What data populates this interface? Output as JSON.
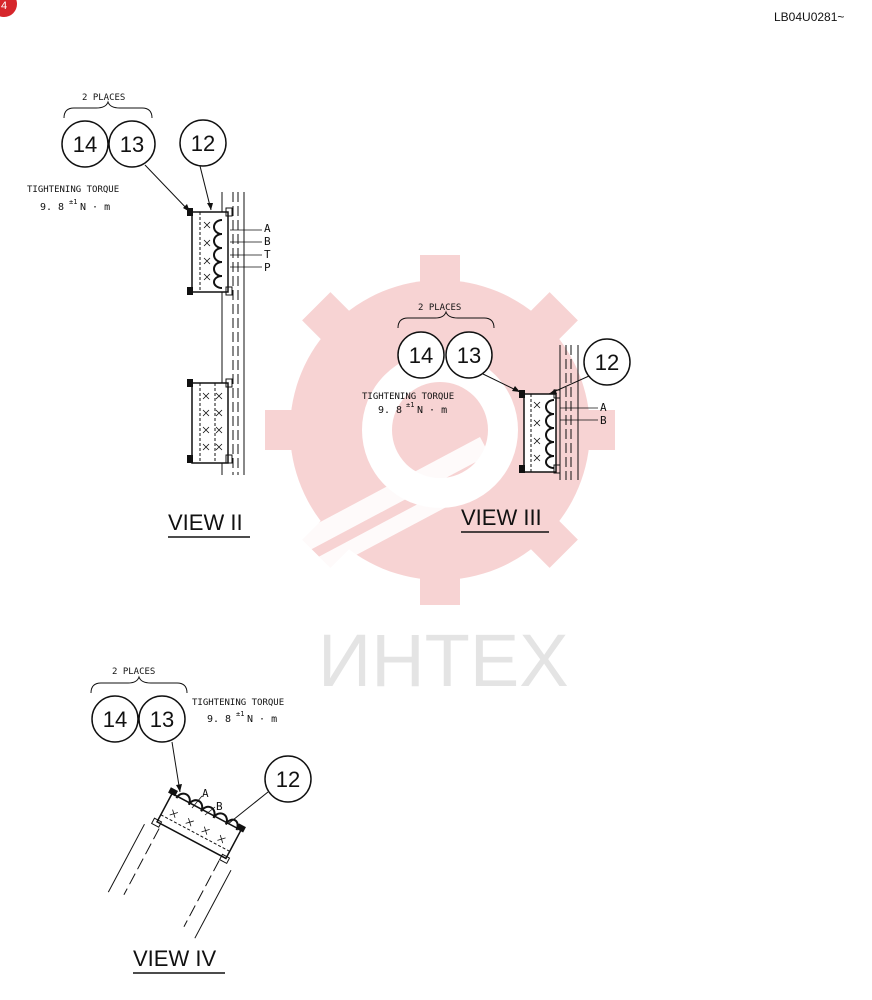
{
  "page": {
    "reference_code": "LB04U0281~",
    "corner_badge": "4"
  },
  "watermark": {
    "text": "ИHTEX",
    "logo_color": "#f7d3d3",
    "text_color": "#e4e4e4"
  },
  "views": [
    {
      "title": "VIEW II",
      "places_label": "2 PLACES",
      "callouts": [
        "14",
        "13",
        "12"
      ],
      "torque_label": "TIGHTENING TORQUE",
      "torque_value": "9. 8",
      "torque_tolerance": "±1",
      "torque_unit": "N · m",
      "port_labels": [
        "A",
        "B",
        "T",
        "P"
      ]
    },
    {
      "title": "VIEW III",
      "places_label": "2 PLACES",
      "callouts": [
        "14",
        "13",
        "12"
      ],
      "torque_label": "TIGHTENING TORQUE",
      "torque_value": "9. 8",
      "torque_tolerance": "±1",
      "torque_unit": "N · m",
      "port_labels": [
        "A",
        "B"
      ]
    },
    {
      "title": "VIEW IV",
      "places_label": "2 PLACES",
      "callouts": [
        "14",
        "13",
        "12"
      ],
      "torque_label": "TIGHTENING TORQUE",
      "torque_value": "9. 8",
      "torque_tolerance": "±1",
      "torque_unit": "N · m",
      "port_labels": [
        "A",
        "B"
      ]
    }
  ]
}
